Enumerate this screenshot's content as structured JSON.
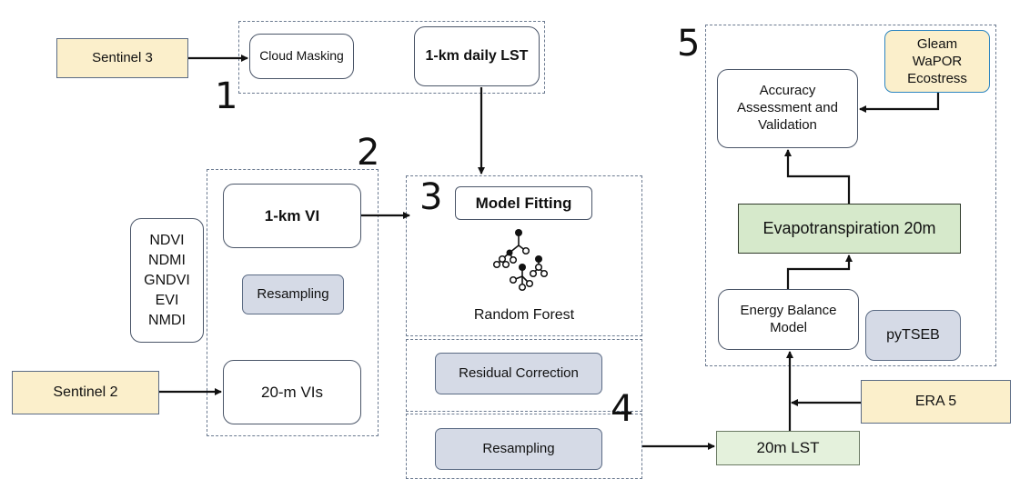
{
  "steps": {
    "s1": "1",
    "s2": "2",
    "s3": "3",
    "s4": "4",
    "s5": "5"
  },
  "inputs": {
    "sentinel3": "Sentinel 3",
    "sentinel2": "Sentinel 2",
    "era5": "ERA 5"
  },
  "group1": {
    "cloud_masking": "Cloud Masking",
    "daily_lst": "1-km daily LST"
  },
  "indices": {
    "lines": [
      "NDVI",
      "NDMI",
      "GNDVI",
      "EVI",
      "NMDI"
    ]
  },
  "group2": {
    "vi_1km": "1-km VI",
    "resampling": "Resampling",
    "vis_20m": "20-m VIs"
  },
  "group3": {
    "model_fitting": "Model Fitting",
    "random_forest": "Random Forest"
  },
  "group4": {
    "residual_correction": "Residual Correction",
    "resampling": "Resampling"
  },
  "lst_20m": "20m LST",
  "group5": {
    "energy_balance": "Energy Balance Model",
    "pytseb": "pyTSEB",
    "evapotranspiration": "Evapotranspiration 20m",
    "accuracy": "Accuracy Assessment and Validation",
    "references": [
      "Gleam",
      "WaPOR",
      "Ecostress"
    ]
  },
  "colors": {
    "input_fill": "#fbefcb",
    "process_fill": "#d5dae6",
    "et_fill": "#d6e9cb",
    "lst_fill": "#e4f1dc",
    "reference_border": "#2e86c1"
  }
}
